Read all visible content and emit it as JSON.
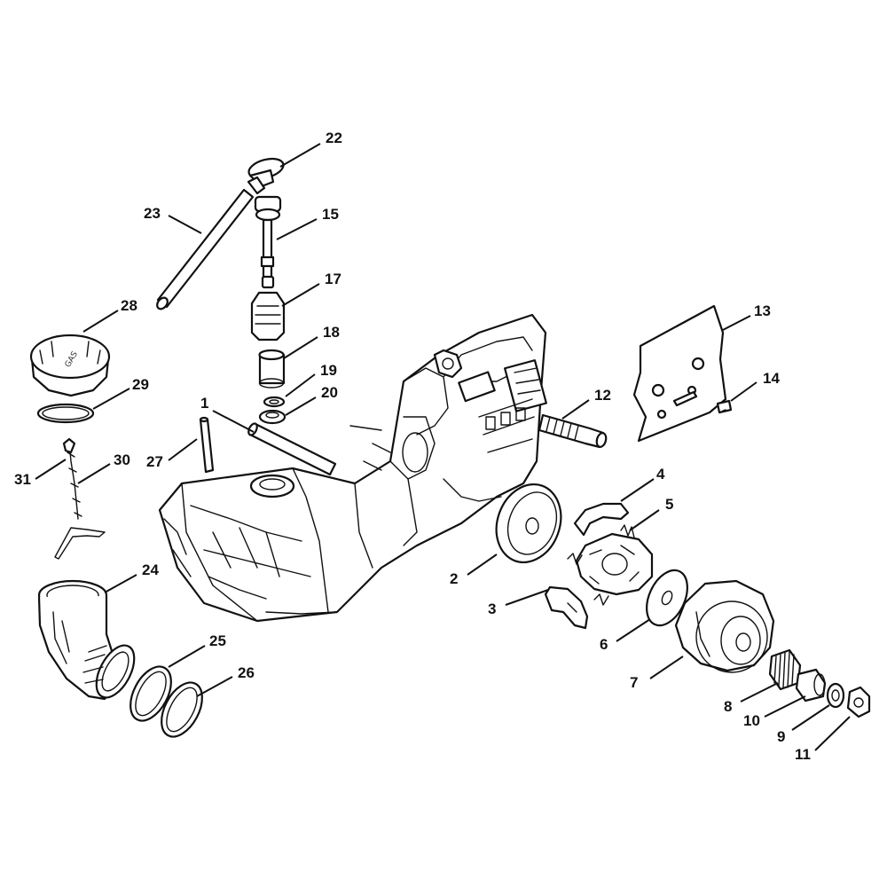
{
  "callouts": [
    {
      "id": "1",
      "label": "1"
    },
    {
      "id": "2",
      "label": "2"
    },
    {
      "id": "3",
      "label": "3"
    },
    {
      "id": "4",
      "label": "4"
    },
    {
      "id": "5",
      "label": "5"
    },
    {
      "id": "6",
      "label": "6"
    },
    {
      "id": "7",
      "label": "7"
    },
    {
      "id": "8",
      "label": "8"
    },
    {
      "id": "9",
      "label": "9"
    },
    {
      "id": "10",
      "label": "10"
    },
    {
      "id": "11",
      "label": "11"
    },
    {
      "id": "12",
      "label": "12"
    },
    {
      "id": "13",
      "label": "13"
    },
    {
      "id": "14",
      "label": "14"
    },
    {
      "id": "15",
      "label": "15"
    },
    {
      "id": "17",
      "label": "17"
    },
    {
      "id": "18",
      "label": "18"
    },
    {
      "id": "19",
      "label": "19"
    },
    {
      "id": "20",
      "label": "20"
    },
    {
      "id": "22",
      "label": "22"
    },
    {
      "id": "23",
      "label": "23"
    },
    {
      "id": "24",
      "label": "24"
    },
    {
      "id": "25",
      "label": "25"
    },
    {
      "id": "26",
      "label": "26"
    },
    {
      "id": "27",
      "label": "27"
    },
    {
      "id": "28",
      "label": "28"
    },
    {
      "id": "29",
      "label": "29"
    },
    {
      "id": "30",
      "label": "30"
    },
    {
      "id": "31",
      "label": "31"
    }
  ],
  "cap_marking": "GAS"
}
